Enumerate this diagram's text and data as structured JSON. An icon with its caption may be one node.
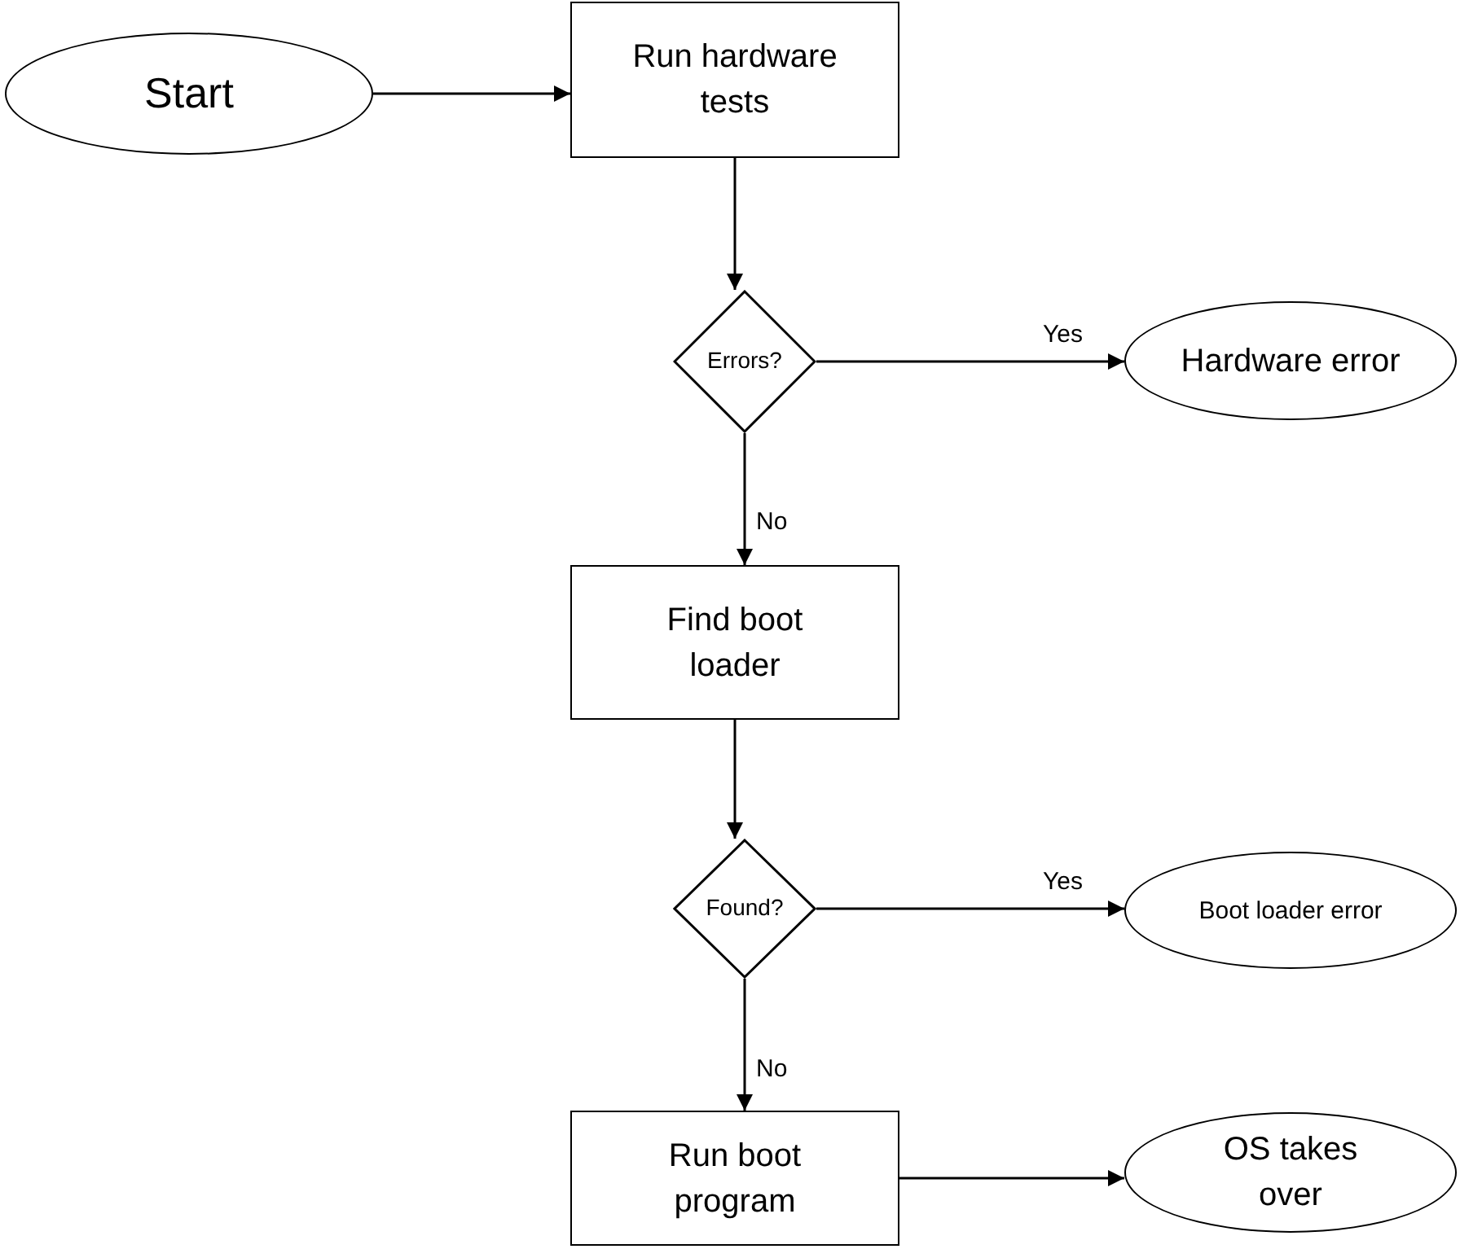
{
  "diagram": {
    "nodes": [
      {
        "text": [
          "Start"
        ]
      },
      {
        "text": [
          "Run hardware tests"
        ]
      },
      {
        "text": [
          "Errors?"
        ]
      },
      {
        "text": [
          "Hardware error"
        ]
      },
      {
        "text": [
          "Find boot loader"
        ]
      },
      {
        "text": [
          "Found?"
        ]
      },
      {
        "text": [
          "Boot loader error"
        ]
      },
      {
        "text": [
          "Run boot program"
        ]
      },
      {
        "text": [
          "OS takes over"
        ]
      }
    ],
    "edges": [
      {
        "from": 0,
        "to": 1,
        "arrow": "to"
      },
      {
        "from": 1,
        "to": 2,
        "arrow": "to"
      },
      {
        "from": 2,
        "to": 3,
        "arrow": "to",
        "label": "Yes"
      },
      {
        "from": 2,
        "to": 4,
        "arrow": "to",
        "label": "No"
      },
      {
        "from": 4,
        "to": 5,
        "arrow": "to"
      },
      {
        "from": 5,
        "to": 6,
        "arrow": "to",
        "label": "Yes"
      },
      {
        "from": 5,
        "to": 7,
        "arrow": "to",
        "label": "No"
      },
      {
        "from": 7,
        "to": 8,
        "arrow": "to"
      }
    ]
  }
}
